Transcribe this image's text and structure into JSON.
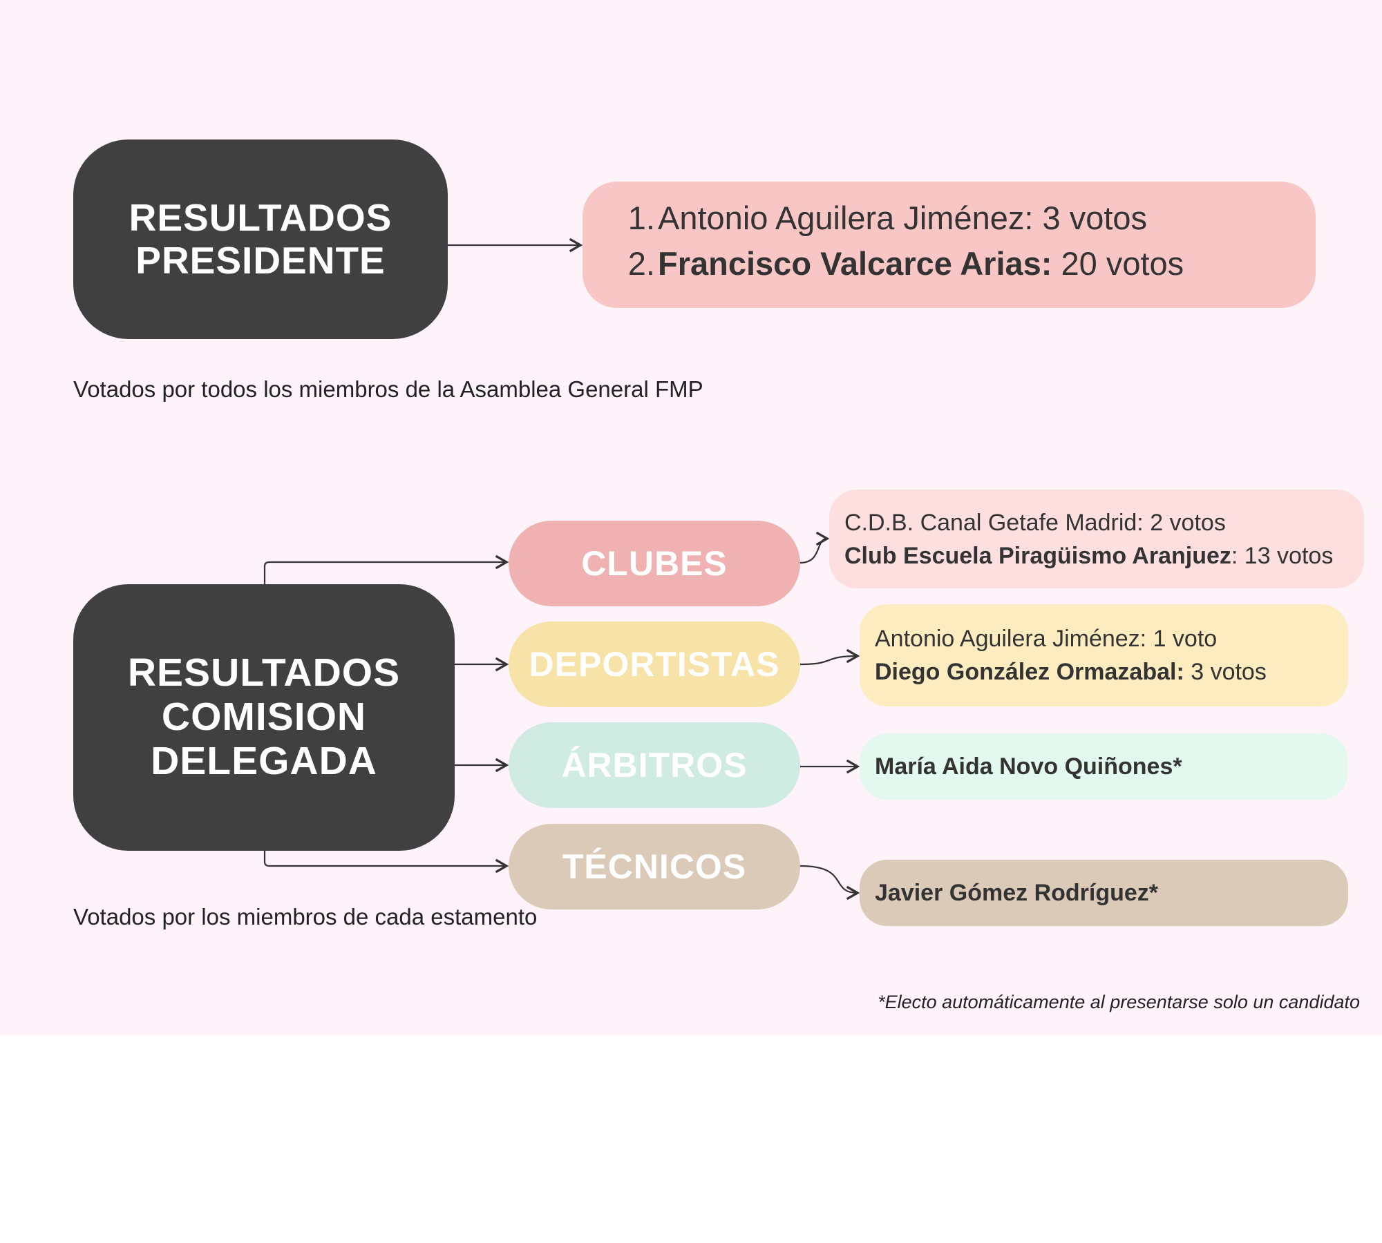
{
  "president": {
    "title_lines": [
      "RESULTADOS",
      "PRESIDENTE"
    ],
    "results": [
      {
        "num": "1.",
        "name": "Antonio Aguilera Jiménez:",
        "votes": "3 votos",
        "bold": false
      },
      {
        "num": "2.",
        "name": "Francisco Valcarce Arias:",
        "votes": "20 votos",
        "bold": true
      }
    ],
    "caption": "Votados por todos los miembros de la Asamblea General FMP"
  },
  "commission": {
    "title_lines": [
      "RESULTADOS",
      "COMISION",
      "DELEGADA"
    ],
    "caption": "Votados por los miembros de cada estamento",
    "groups": [
      {
        "label": "CLUBES",
        "color": "#f0b1b2",
        "result_color": "#fddfe0",
        "results": [
          {
            "name": "C.D.B. Canal Getafe Madrid:",
            "votes": "2 votos",
            "bold": false
          },
          {
            "name": "Club Escuela Piragüismo Aranjuez",
            "votes": ": 13 votos",
            "bold": true
          }
        ]
      },
      {
        "label": "DEPORTISTAS",
        "color": "#f7e2a7",
        "result_color": "#fdecc0",
        "results": [
          {
            "name": "Antonio Aguilera Jiménez:",
            "votes": "1 voto",
            "bold": false
          },
          {
            "name": "Diego González Ormazabal:",
            "votes": "3 votos",
            "bold": true
          }
        ]
      },
      {
        "label": "ÁRBITROS",
        "color": "#d0ebe1",
        "result_color": "#e3f8ee",
        "results": [
          {
            "name": "María Aida Novo Quiñones*",
            "votes": "",
            "bold": true
          }
        ]
      },
      {
        "label": "TÉCNICOS",
        "color": "#dccab8",
        "result_color": "#dccab8",
        "results": [
          {
            "name": "Javier Gómez Rodríguez*",
            "votes": "",
            "bold": true
          }
        ]
      }
    ]
  },
  "footnote": "*Electo automáticamente al presentarse solo un candidato"
}
